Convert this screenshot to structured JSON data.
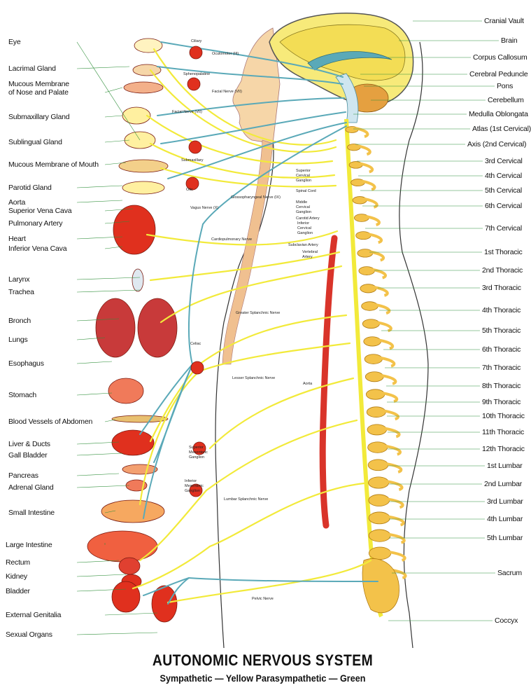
{
  "title": "AUTONOMIC NERVOUS SYSTEM",
  "subtitle": "Sympathetic — Yellow   Parasympathetic — Green",
  "colors": {
    "sympathetic": "#f2ea3a",
    "parasympathetic": "#5aa9b8",
    "bone": "#f3c24a",
    "organ": "#e0301e",
    "skin": "#f6d6a8",
    "brain": "#f7ea7a",
    "leader": "#2f8f3a"
  },
  "left_labels": [
    {
      "text": "Eye"
    },
    {
      "text": "Lacrimal Gland"
    },
    {
      "text": "Mucous Membrane"
    },
    {
      "text": "of Nose and Palate"
    },
    {
      "text": "Submaxillary Gland"
    },
    {
      "text": "Sublingual Gland"
    },
    {
      "text": "Mucous Membrane of Mouth"
    },
    {
      "text": "Parotid Gland"
    },
    {
      "text": "Aorta"
    },
    {
      "text": "Superior Vena Cava"
    },
    {
      "text": "Pulmonary Artery"
    },
    {
      "text": "Heart"
    },
    {
      "text": "Inferior Vena Cava"
    },
    {
      "text": "Larynx"
    },
    {
      "text": "Trachea"
    },
    {
      "text": "Bronch"
    },
    {
      "text": "Lungs"
    },
    {
      "text": "Esophagus"
    },
    {
      "text": "Stomach"
    },
    {
      "text": "Blood Vessels of Abdomen"
    },
    {
      "text": "Liver & Ducts"
    },
    {
      "text": "Gall Bladder"
    },
    {
      "text": "Pancreas"
    },
    {
      "text": "Adrenal Gland"
    },
    {
      "text": "Small Intestine"
    },
    {
      "text": "Large Intestine"
    },
    {
      "text": "Rectum"
    },
    {
      "text": "Kidney"
    },
    {
      "text": "Bladder"
    },
    {
      "text": "External Genitalia"
    },
    {
      "text": "Sexual Organs"
    }
  ],
  "right_labels": [
    {
      "text": "Cranial Vault"
    },
    {
      "text": "Brain"
    },
    {
      "text": "Corpus Callosum"
    },
    {
      "text": "Cerebral Peduncle"
    },
    {
      "text": "Pons"
    },
    {
      "text": "Cerebellum"
    },
    {
      "text": "Medulla Oblongata"
    },
    {
      "text": "Atlas (1st Cervical)"
    },
    {
      "text": "Axis (2nd Cervical)"
    },
    {
      "text": "3rd Cervical"
    },
    {
      "text": "4th Cervical"
    },
    {
      "text": "5th Cervical"
    },
    {
      "text": "6th Cervical"
    },
    {
      "text": "7th Cervical"
    },
    {
      "text": "1st Thoracic"
    },
    {
      "text": "2nd Thoracic"
    },
    {
      "text": "3rd Thoracic"
    },
    {
      "text": "4th Thoracic"
    },
    {
      "text": "5th Thoracic"
    },
    {
      "text": "6th Thoracic"
    },
    {
      "text": "7th Thoracic"
    },
    {
      "text": "8th Thoracic"
    },
    {
      "text": "9th Thoracic"
    },
    {
      "text": "10th Thoracic"
    },
    {
      "text": "11th Thoracic"
    },
    {
      "text": "12th Thoracic"
    },
    {
      "text": "1st Lumbar"
    },
    {
      "text": "2nd Lumbar"
    },
    {
      "text": "3rd Lumbar"
    },
    {
      "text": "4th Lumbar"
    },
    {
      "text": "5th Lumbar"
    },
    {
      "text": "Sacrum"
    },
    {
      "text": "Coccyx"
    }
  ],
  "inner_labels": [
    {
      "text": "Ciliary"
    },
    {
      "text": "Oculomotor (III)"
    },
    {
      "text": "Sphenopalatine"
    },
    {
      "text": "Facial Nerve (VII)"
    },
    {
      "text": "Facial Nerve (VII)"
    },
    {
      "text": "Submaxillary"
    },
    {
      "text": "Otic"
    },
    {
      "text": "Glossopharyngeal Nerve (IX)"
    },
    {
      "text": "Vagus Nerve (X)"
    },
    {
      "text": "Superior"
    },
    {
      "text": "Cervical"
    },
    {
      "text": "Ganglion"
    },
    {
      "text": "Spinal Cord"
    },
    {
      "text": "Middle"
    },
    {
      "text": "Cervical"
    },
    {
      "text": "Ganglion"
    },
    {
      "text": "Carotid Artery"
    },
    {
      "text": "Inferior"
    },
    {
      "text": "Cervical"
    },
    {
      "text": "Ganglion"
    },
    {
      "text": "Subclavian Artery"
    },
    {
      "text": "Vertebral"
    },
    {
      "text": "Artery"
    },
    {
      "text": "Cardiopulmonary Nerve"
    },
    {
      "text": "Greater Splanchnic Nerve"
    },
    {
      "text": "Celiac"
    },
    {
      "text": "Lesser Splanchnic Nerve"
    },
    {
      "text": "Aorta"
    },
    {
      "text": "Superior"
    },
    {
      "text": "Mesenteric"
    },
    {
      "text": "Ganglion"
    },
    {
      "text": "Inferior"
    },
    {
      "text": "Mesenteric"
    },
    {
      "text": "Ganglion"
    },
    {
      "text": "Lumbar Splanchnic Nerve"
    },
    {
      "text": "Pelvic Nerve"
    }
  ]
}
